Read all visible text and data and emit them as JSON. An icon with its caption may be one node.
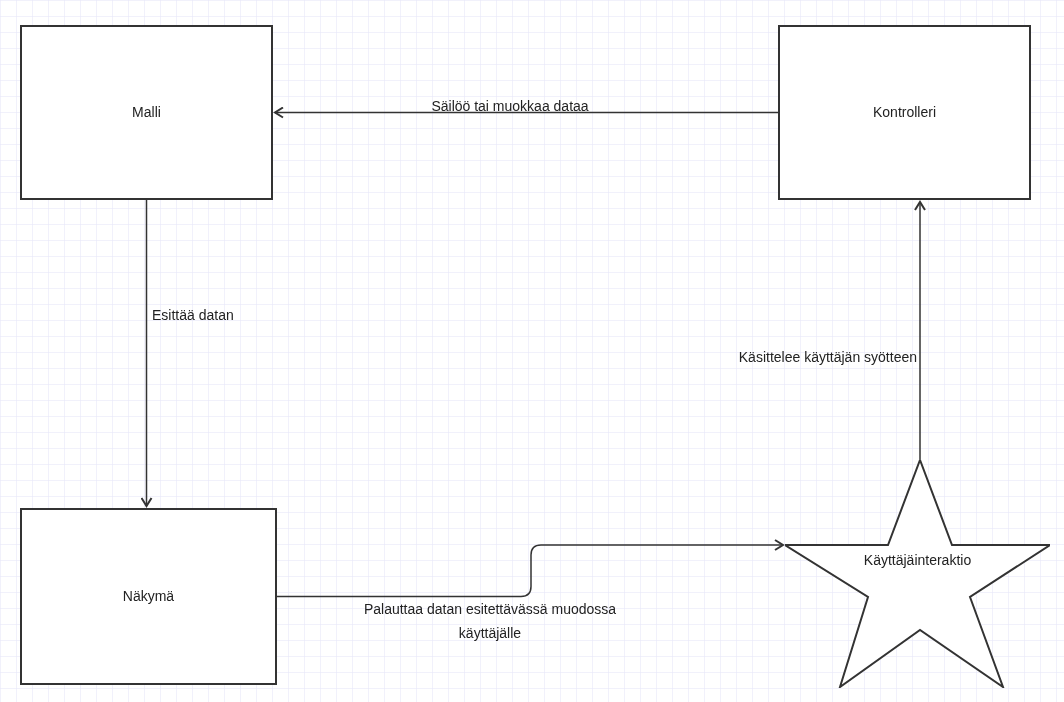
{
  "diagram": {
    "nodes": [
      {
        "text": [
          "Malli"
        ]
      },
      {
        "text": [
          "Kontrolleri"
        ]
      },
      {
        "text": [
          "Näkymä"
        ]
      },
      {
        "text": [
          "Käyttäjäinteraktio"
        ]
      }
    ],
    "edges": [
      {
        "from": 1,
        "to": 0,
        "arrow": "to",
        "label": "Säilöö tai muokkaa dataa"
      },
      {
        "from": 0,
        "to": 2,
        "arrow": "to",
        "label": "Esittää datan"
      },
      {
        "from": 2,
        "to": 3,
        "arrow": "to",
        "label": "Palauttaa datan esitettävässä muodossa käyttäjälle"
      },
      {
        "from": 3,
        "to": 1,
        "arrow": "to",
        "label": "Käsittelee käyttäjän syötteen"
      }
    ]
  }
}
